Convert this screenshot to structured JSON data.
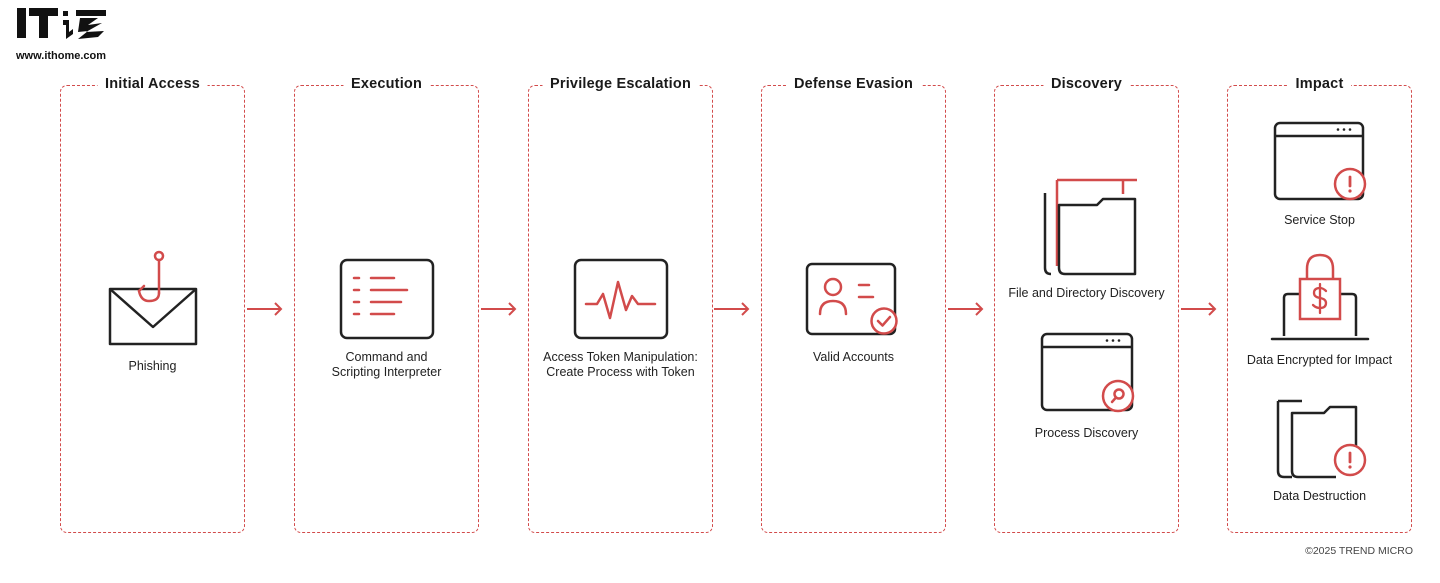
{
  "brand": {
    "logo_text": "IT之家",
    "url": "www.ithome.com"
  },
  "colors": {
    "accent": "#d24b4b",
    "icon_stroke": "#222222"
  },
  "stages": [
    {
      "title": "Initial Access",
      "items": [
        {
          "label": "Phishing",
          "icon": "phishing-mail-icon"
        }
      ]
    },
    {
      "title": "Execution",
      "items": [
        {
          "label": "Command and\nScripting Interpreter",
          "icon": "terminal-window-icon"
        }
      ]
    },
    {
      "title": "Privilege Escalation",
      "items": [
        {
          "label": "Access Token Manipulation:\nCreate Process with Token",
          "icon": "pulse-monitor-icon"
        }
      ]
    },
    {
      "title": "Defense Evasion",
      "items": [
        {
          "label": "Valid Accounts",
          "icon": "id-card-check-icon"
        }
      ]
    },
    {
      "title": "Discovery",
      "items": [
        {
          "label": "File and Directory Discovery",
          "icon": "folder-docs-icon"
        },
        {
          "label": "Process Discovery",
          "icon": "window-search-icon"
        }
      ]
    },
    {
      "title": "Impact",
      "items": [
        {
          "label": "Service Stop",
          "icon": "window-alert-icon"
        },
        {
          "label": "Data Encrypted for Impact",
          "icon": "laptop-lock-icon"
        },
        {
          "label": "Data Destruction",
          "icon": "document-alert-icon"
        }
      ]
    }
  ],
  "copyright": "©2025 TREND MICRO"
}
